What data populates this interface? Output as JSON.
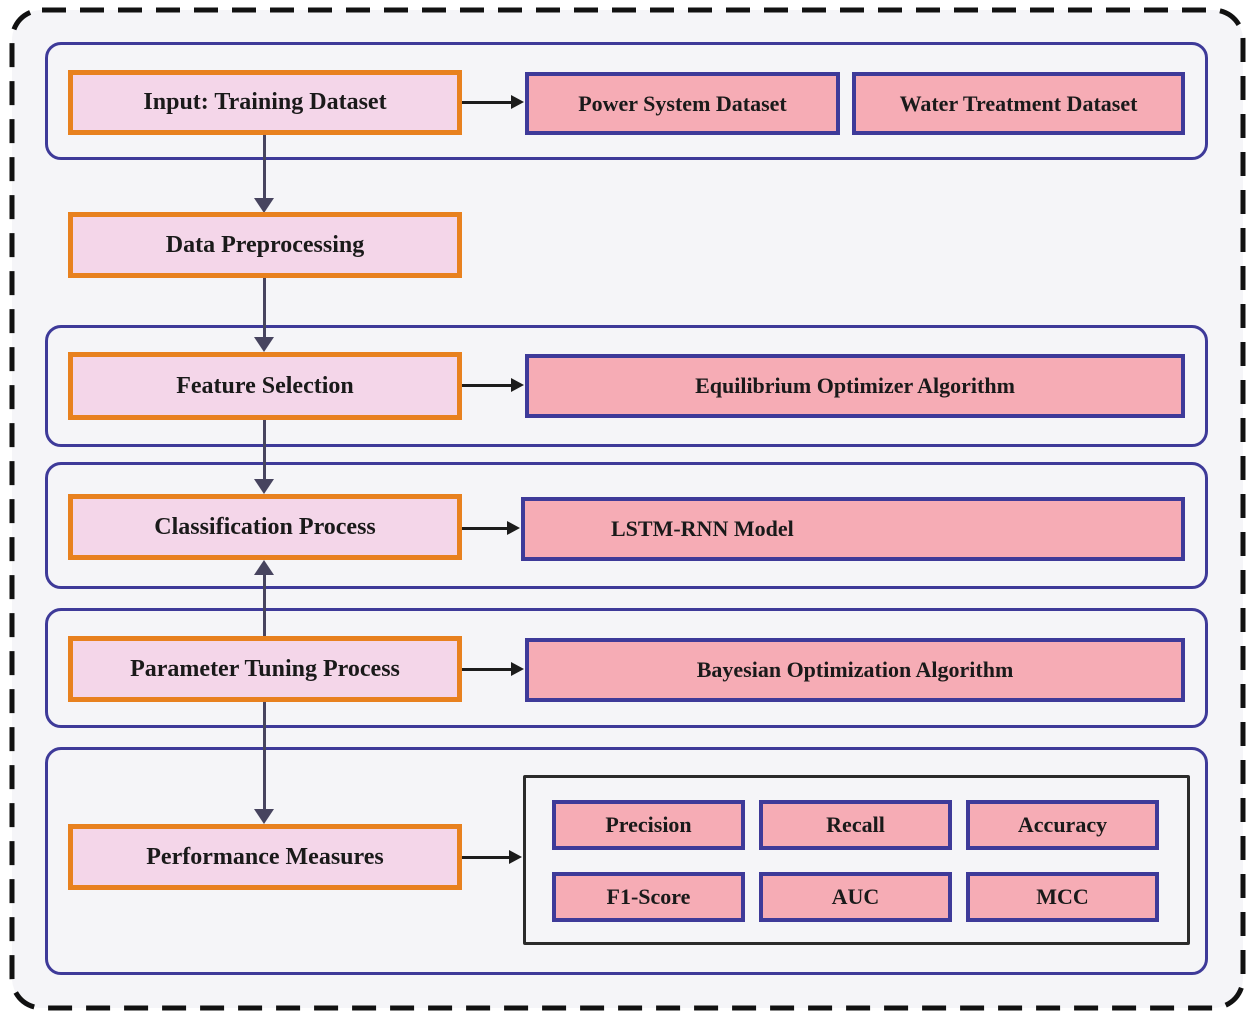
{
  "colors": {
    "orange_border": "#E8811F",
    "lilac_fill": "#F4D6E9",
    "salmon_fill": "#F6ACB5",
    "indigo_border": "#3E3A99",
    "metrics_frame_border": "#2B2B2B",
    "dashed_frame_border": "#111111",
    "vertical_arrow": "#47445F",
    "horizontal_arrow": "#1C1C1C",
    "canvas_bg": "#F5F5F8"
  },
  "flowchart": {
    "input": {
      "label": "Input: Training Dataset"
    },
    "datasets": [
      {
        "label": "Power System Dataset"
      },
      {
        "label": "Water Treatment Dataset"
      }
    ],
    "preprocessing": {
      "label": "Data Preprocessing"
    },
    "feature_selection": {
      "label": "Feature Selection",
      "method": "Equilibrium Optimizer Algorithm"
    },
    "classification": {
      "label": "Classification Process",
      "method": "LSTM-RNN Model"
    },
    "parameter_tuning": {
      "label": "Parameter Tuning Process",
      "method": "Bayesian Optimization Algorithm"
    },
    "performance": {
      "label": "Performance Measures",
      "metrics": [
        "Precision",
        "Recall",
        "Accuracy",
        "F1-Score",
        "AUC",
        "MCC"
      ]
    }
  }
}
